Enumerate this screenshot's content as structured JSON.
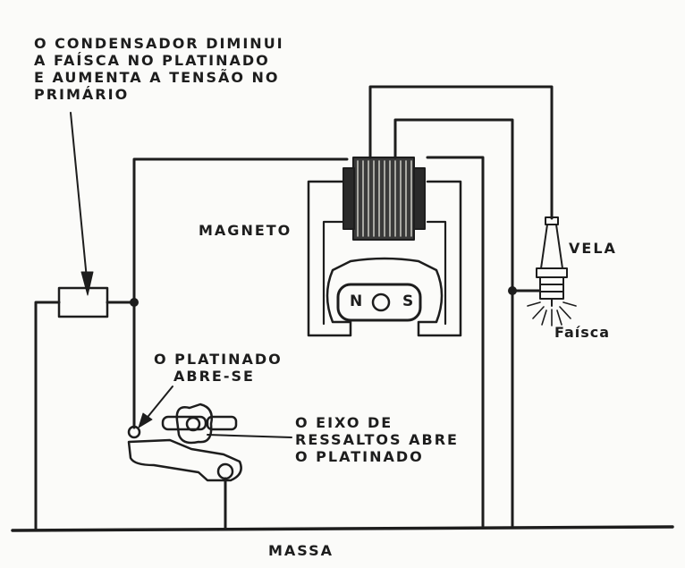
{
  "labels": {
    "condenser_note": [
      "O CONDENSADOR DIMINUI",
      "A FAÍSCA NO PLATINADO",
      "E AUMENTA A TENSÃO NO",
      "PRIMÁRIO"
    ],
    "magneto": "MAGNETO",
    "spark_plug": "VELA",
    "spark": "Faísca",
    "points_open": [
      "O PLATINADO",
      "ABRE-SE"
    ],
    "cam_note": [
      "O EIXO DE",
      "RESSALTOS ABRE",
      "O PLATINADO"
    ],
    "ground": "MASSA",
    "magnet_north": "N",
    "magnet_south": "S"
  },
  "colors": {
    "ink": "#1d1d1d",
    "paper": "#fbfbf9"
  }
}
